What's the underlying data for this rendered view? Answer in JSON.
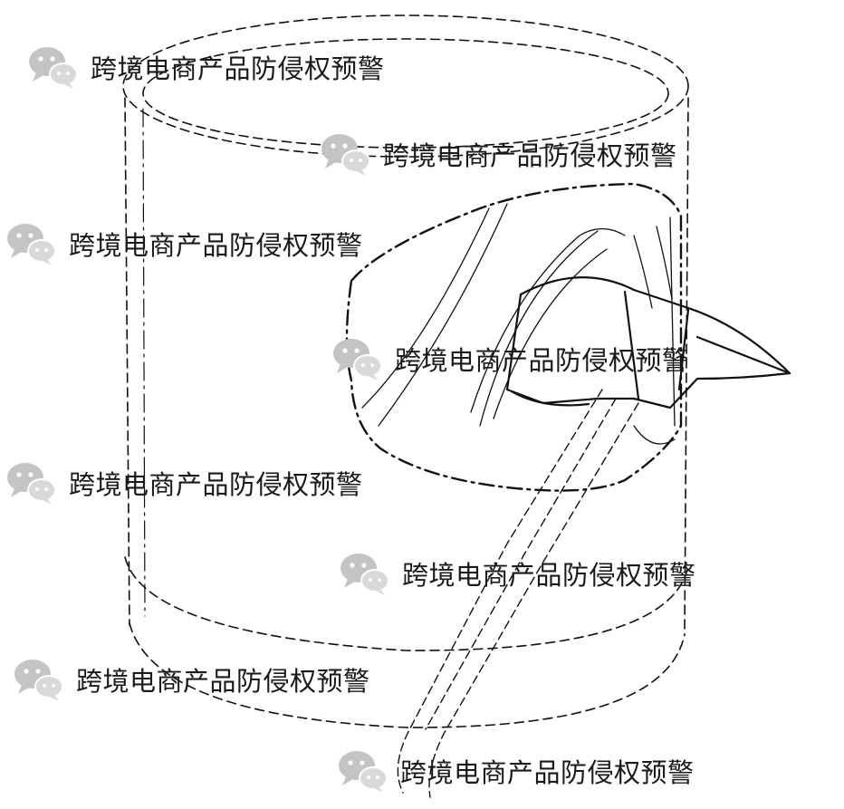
{
  "drawing": {
    "icon": "wechat-icon"
  },
  "watermarks": [
    {
      "text": "跨境电商产品防侵权预警"
    },
    {
      "text": "跨境电商产品防侵权预警"
    },
    {
      "text": "跨境电商产品防侵权预警"
    },
    {
      "text": "跨境电商产品防侵权预警"
    },
    {
      "text": "跨境电商产品防侵权预警"
    },
    {
      "text": "跨境电商产品防侵权预警"
    },
    {
      "text": "跨境电商产品防侵权预警"
    },
    {
      "text": "跨境电商产品防侵权预警"
    }
  ]
}
